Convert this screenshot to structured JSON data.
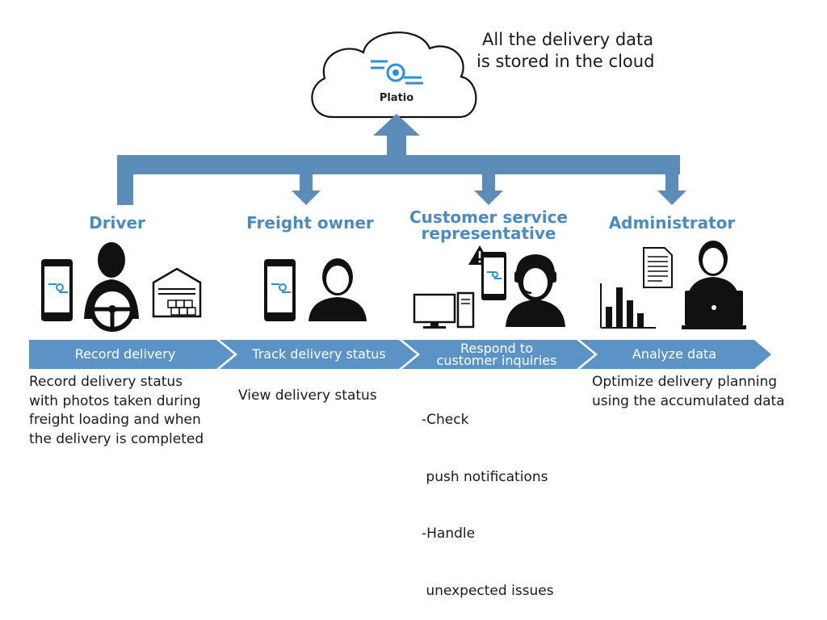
{
  "cloud": {
    "logo_text": "Platio",
    "caption_line1": "All the delivery data",
    "caption_line2": "is stored in the cloud"
  },
  "roles": [
    {
      "name": "Driver"
    },
    {
      "name": "Freight owner"
    },
    {
      "name_line1": "Customer service",
      "name_line2": "representative"
    },
    {
      "name": "Administrator"
    }
  ],
  "steps": [
    {
      "label": "Record delivery"
    },
    {
      "label": "Track delivery status"
    },
    {
      "label_line1": "Respond to",
      "label_line2": "customer inquiries"
    },
    {
      "label": "Analyze data"
    }
  ],
  "descriptions": {
    "driver": [
      "Record delivery status",
      "with photos taken during",
      "freight loading and when",
      "the delivery is completed"
    ],
    "freight_owner": [
      "View delivery status"
    ],
    "customer_service": [
      "-Check",
      " push notifications",
      "-Handle",
      " unexpected issues"
    ],
    "administrator": [
      "Optimize delivery planning",
      "using the accumulated data"
    ]
  },
  "icons": {
    "cloud": "cloud-icon",
    "platio_logo": "platio-logo-icon",
    "smartphone": "smartphone-icon",
    "driver": "driver-steering-wheel-icon",
    "warehouse": "warehouse-icon",
    "person": "person-icon",
    "desktop_computer": "desktop-computer-icon",
    "warning": "warning-icon",
    "headset_operator": "headset-operator-icon",
    "document": "document-icon",
    "bar_chart": "bar-chart-icon",
    "laptop_user": "laptop-user-icon"
  },
  "colors": {
    "arrow_blue": "#5b8db8",
    "banner_blue": "#5b93c7",
    "role_blue": "#4a8bc2",
    "logo_blue": "#2a8fe0",
    "icon_black": "#111111"
  }
}
